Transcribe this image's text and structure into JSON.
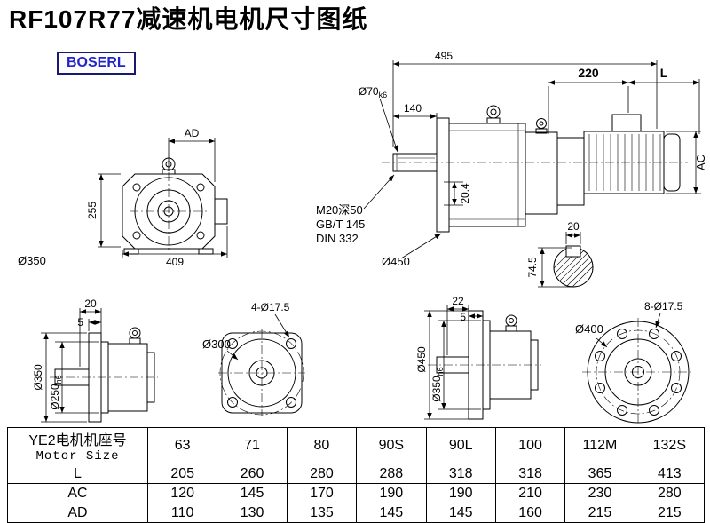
{
  "page": {
    "title": "RF107R77减速机电机尺寸图纸",
    "logo": "BOSERL"
  },
  "views": {
    "front": {
      "ad": "AD",
      "height": "255",
      "width": "409",
      "flange_dia": "Ø350"
    },
    "side": {
      "overall_len": "495",
      "shaft_len": "140",
      "shaft_dia": {
        "main": "Ø70",
        "tol": "k6"
      },
      "dim_220": "220",
      "dim_l": "L",
      "dim_ac": "AC",
      "key_height": "20.4",
      "tap_note": {
        "line1": "M20深50",
        "line2": "GB/T 145",
        "line3": "DIN 332"
      },
      "flange_dia": "Ø450",
      "key_width": "20",
      "shaft_section_height": "74.5"
    },
    "flange_small_side": {
      "dim_20": "20",
      "dim_5": "5",
      "flange_dia": "Ø350",
      "spigot_dia": {
        "main": "Ø250",
        "tol": "h6"
      }
    },
    "flange_small_front": {
      "bolt_circle_dia": "Ø300",
      "holes": "4-Ø17.5"
    },
    "flange_large_side": {
      "dim_22": "22",
      "dim_5": "5",
      "flange_dia": "Ø450",
      "spigot_dia": {
        "main": "Ø350",
        "tol": "h6"
      }
    },
    "flange_large_front": {
      "flange_dia": "Ø400",
      "holes": "8-Ø17.5"
    }
  },
  "table": {
    "header_cn": "YE2电机机座号",
    "header_en": "Motor Size",
    "columns": [
      "63",
      "71",
      "80",
      "90S",
      "90L",
      "100",
      "112M",
      "132S"
    ],
    "rows": [
      {
        "label": "L",
        "values": [
          "205",
          "260",
          "280",
          "288",
          "318",
          "318",
          "365",
          "413"
        ]
      },
      {
        "label": "AC",
        "values": [
          "120",
          "145",
          "170",
          "190",
          "190",
          "210",
          "230",
          "280"
        ]
      },
      {
        "label": "AD",
        "values": [
          "110",
          "130",
          "135",
          "145",
          "145",
          "160",
          "215",
          "215"
        ]
      }
    ]
  }
}
